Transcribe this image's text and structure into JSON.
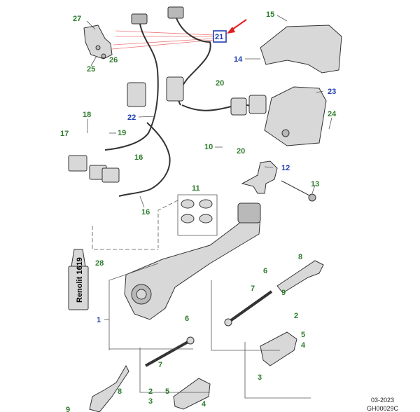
{
  "colors": {
    "callout_green": "#2e7d2e",
    "callout_blue": "#1f3fae",
    "highlight_box": "#1f3fae",
    "arrow": "#e02020"
  },
  "callouts": [
    {
      "id": "c27",
      "text": "27",
      "color": "green"
    },
    {
      "id": "c25",
      "text": "25",
      "color": "green"
    },
    {
      "id": "c26",
      "text": "26",
      "color": "green"
    },
    {
      "id": "c21",
      "text": "21",
      "color": "blue",
      "highlighted": true
    },
    {
      "id": "c15",
      "text": "15",
      "color": "green"
    },
    {
      "id": "c14",
      "text": "14",
      "color": "blue"
    },
    {
      "id": "c20a",
      "text": "20",
      "color": "green"
    },
    {
      "id": "c23",
      "text": "23",
      "color": "blue"
    },
    {
      "id": "c18",
      "text": "18",
      "color": "green"
    },
    {
      "id": "c22",
      "text": "22",
      "color": "blue"
    },
    {
      "id": "c24",
      "text": "24",
      "color": "green"
    },
    {
      "id": "c17",
      "text": "17",
      "color": "green"
    },
    {
      "id": "c19",
      "text": "19",
      "color": "green"
    },
    {
      "id": "c10",
      "text": "10",
      "color": "green"
    },
    {
      "id": "c20b",
      "text": "20",
      "color": "green"
    },
    {
      "id": "c16a",
      "text": "16",
      "color": "green"
    },
    {
      "id": "c12",
      "text": "12",
      "color": "blue"
    },
    {
      "id": "c11",
      "text": "11",
      "color": "green"
    },
    {
      "id": "c13",
      "text": "13",
      "color": "green"
    },
    {
      "id": "c16b",
      "text": "16",
      "color": "green"
    },
    {
      "id": "c28",
      "text": "28",
      "color": "green"
    },
    {
      "id": "c8a",
      "text": "8",
      "color": "green"
    },
    {
      "id": "c6a",
      "text": "6",
      "color": "green"
    },
    {
      "id": "c7a",
      "text": "7",
      "color": "green"
    },
    {
      "id": "c9a",
      "text": "9",
      "color": "green"
    },
    {
      "id": "c1",
      "text": "1",
      "color": "blue"
    },
    {
      "id": "c6b",
      "text": "6",
      "color": "green"
    },
    {
      "id": "c2a",
      "text": "2",
      "color": "green"
    },
    {
      "id": "c5a",
      "text": "5",
      "color": "green"
    },
    {
      "id": "c4a",
      "text": "4",
      "color": "green"
    },
    {
      "id": "c3a",
      "text": "3",
      "color": "green"
    },
    {
      "id": "c7b",
      "text": "7",
      "color": "green"
    },
    {
      "id": "c8b",
      "text": "8",
      "color": "green"
    },
    {
      "id": "c2b",
      "text": "2",
      "color": "green"
    },
    {
      "id": "c5b",
      "text": "5",
      "color": "green"
    },
    {
      "id": "c4b",
      "text": "4",
      "color": "green"
    },
    {
      "id": "c3b",
      "text": "3",
      "color": "green"
    },
    {
      "id": "c9b",
      "text": "9",
      "color": "green"
    }
  ],
  "product_label": "Renolit 1619",
  "footer": {
    "date": "03-2023",
    "code": "GH00029C"
  }
}
